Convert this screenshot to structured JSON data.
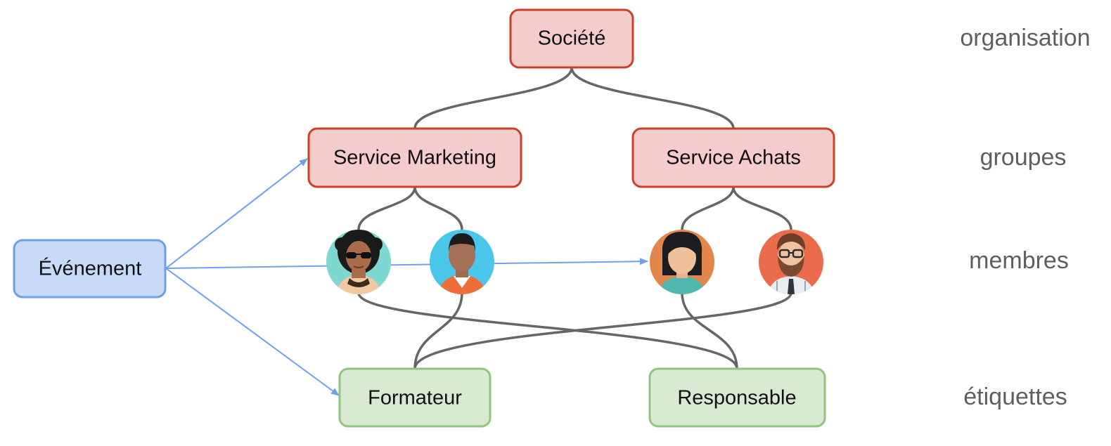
{
  "nodes": {
    "societe": {
      "label": "Société"
    },
    "marketing": {
      "label": "Service Marketing"
    },
    "achats": {
      "label": "Service Achats"
    },
    "evenement": {
      "label": "Événement"
    },
    "formateur": {
      "label": "Formateur"
    },
    "responsable": {
      "label": "Responsable"
    }
  },
  "levels": {
    "organisation": "organisation",
    "groupes": "groupes",
    "membres": "membres",
    "etiquettes": "étiquettes"
  },
  "members": [
    {
      "icon": "woman-curly-hair-sunglasses-avatar-icon"
    },
    {
      "icon": "man-short-hair-avatar-icon"
    },
    {
      "icon": "woman-bob-hair-avatar-icon"
    },
    {
      "icon": "man-beard-glasses-avatar-icon"
    }
  ],
  "colors": {
    "group_fill": "#f4cccc",
    "group_stroke": "#cc4125",
    "label_fill": "#d9ead3",
    "label_stroke": "#93c47d",
    "event_fill": "#c9daf8",
    "event_stroke": "#6d9eeb",
    "connector": "#666666",
    "arrow": "#6f9ff0"
  }
}
